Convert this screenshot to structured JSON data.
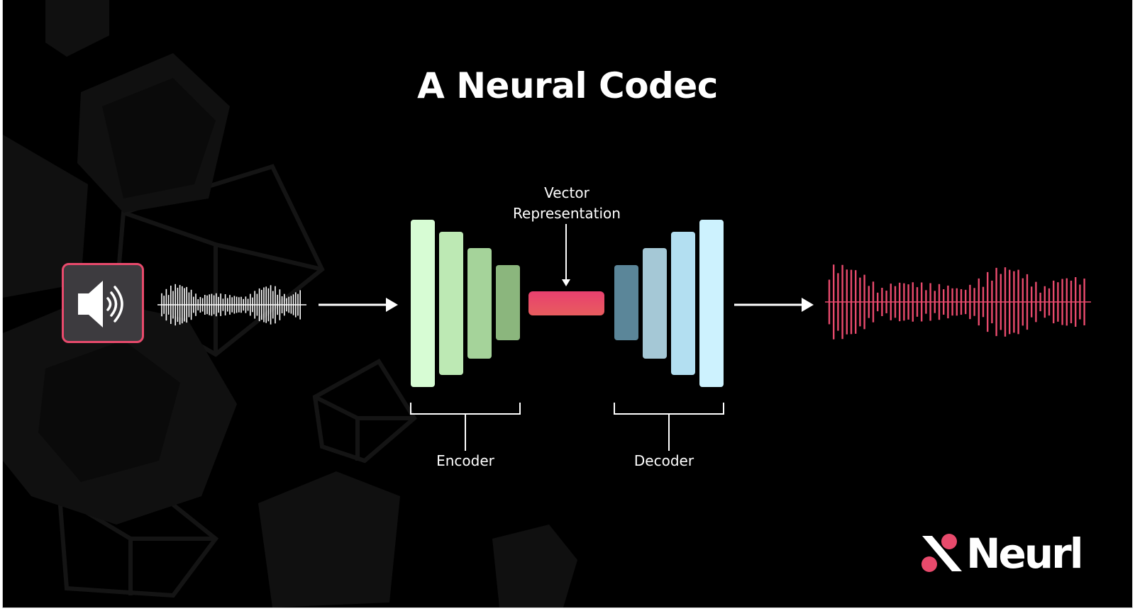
{
  "title": "A Neural Codec",
  "labels": {
    "vector": "Vector Representation",
    "encoder": "Encoder",
    "decoder": "Decoder"
  },
  "logo": {
    "text": "Neurl"
  },
  "colors": {
    "background": "#000000",
    "accent": "#e84a6c",
    "encoder_layers": [
      "#d7fcd4",
      "#bde9b4",
      "#a5d39a",
      "#8bb67d"
    ],
    "decoder_layers": [
      "#5b8699",
      "#a5c8d6",
      "#b3dff1",
      "#cdf2fe"
    ],
    "input_wave": "#ffffff",
    "output_wave": "#e84a6c"
  },
  "icons": {
    "speaker": "speaker-volume-icon",
    "arrow": "right-arrow-icon",
    "down_arrow": "down-arrow-icon"
  }
}
